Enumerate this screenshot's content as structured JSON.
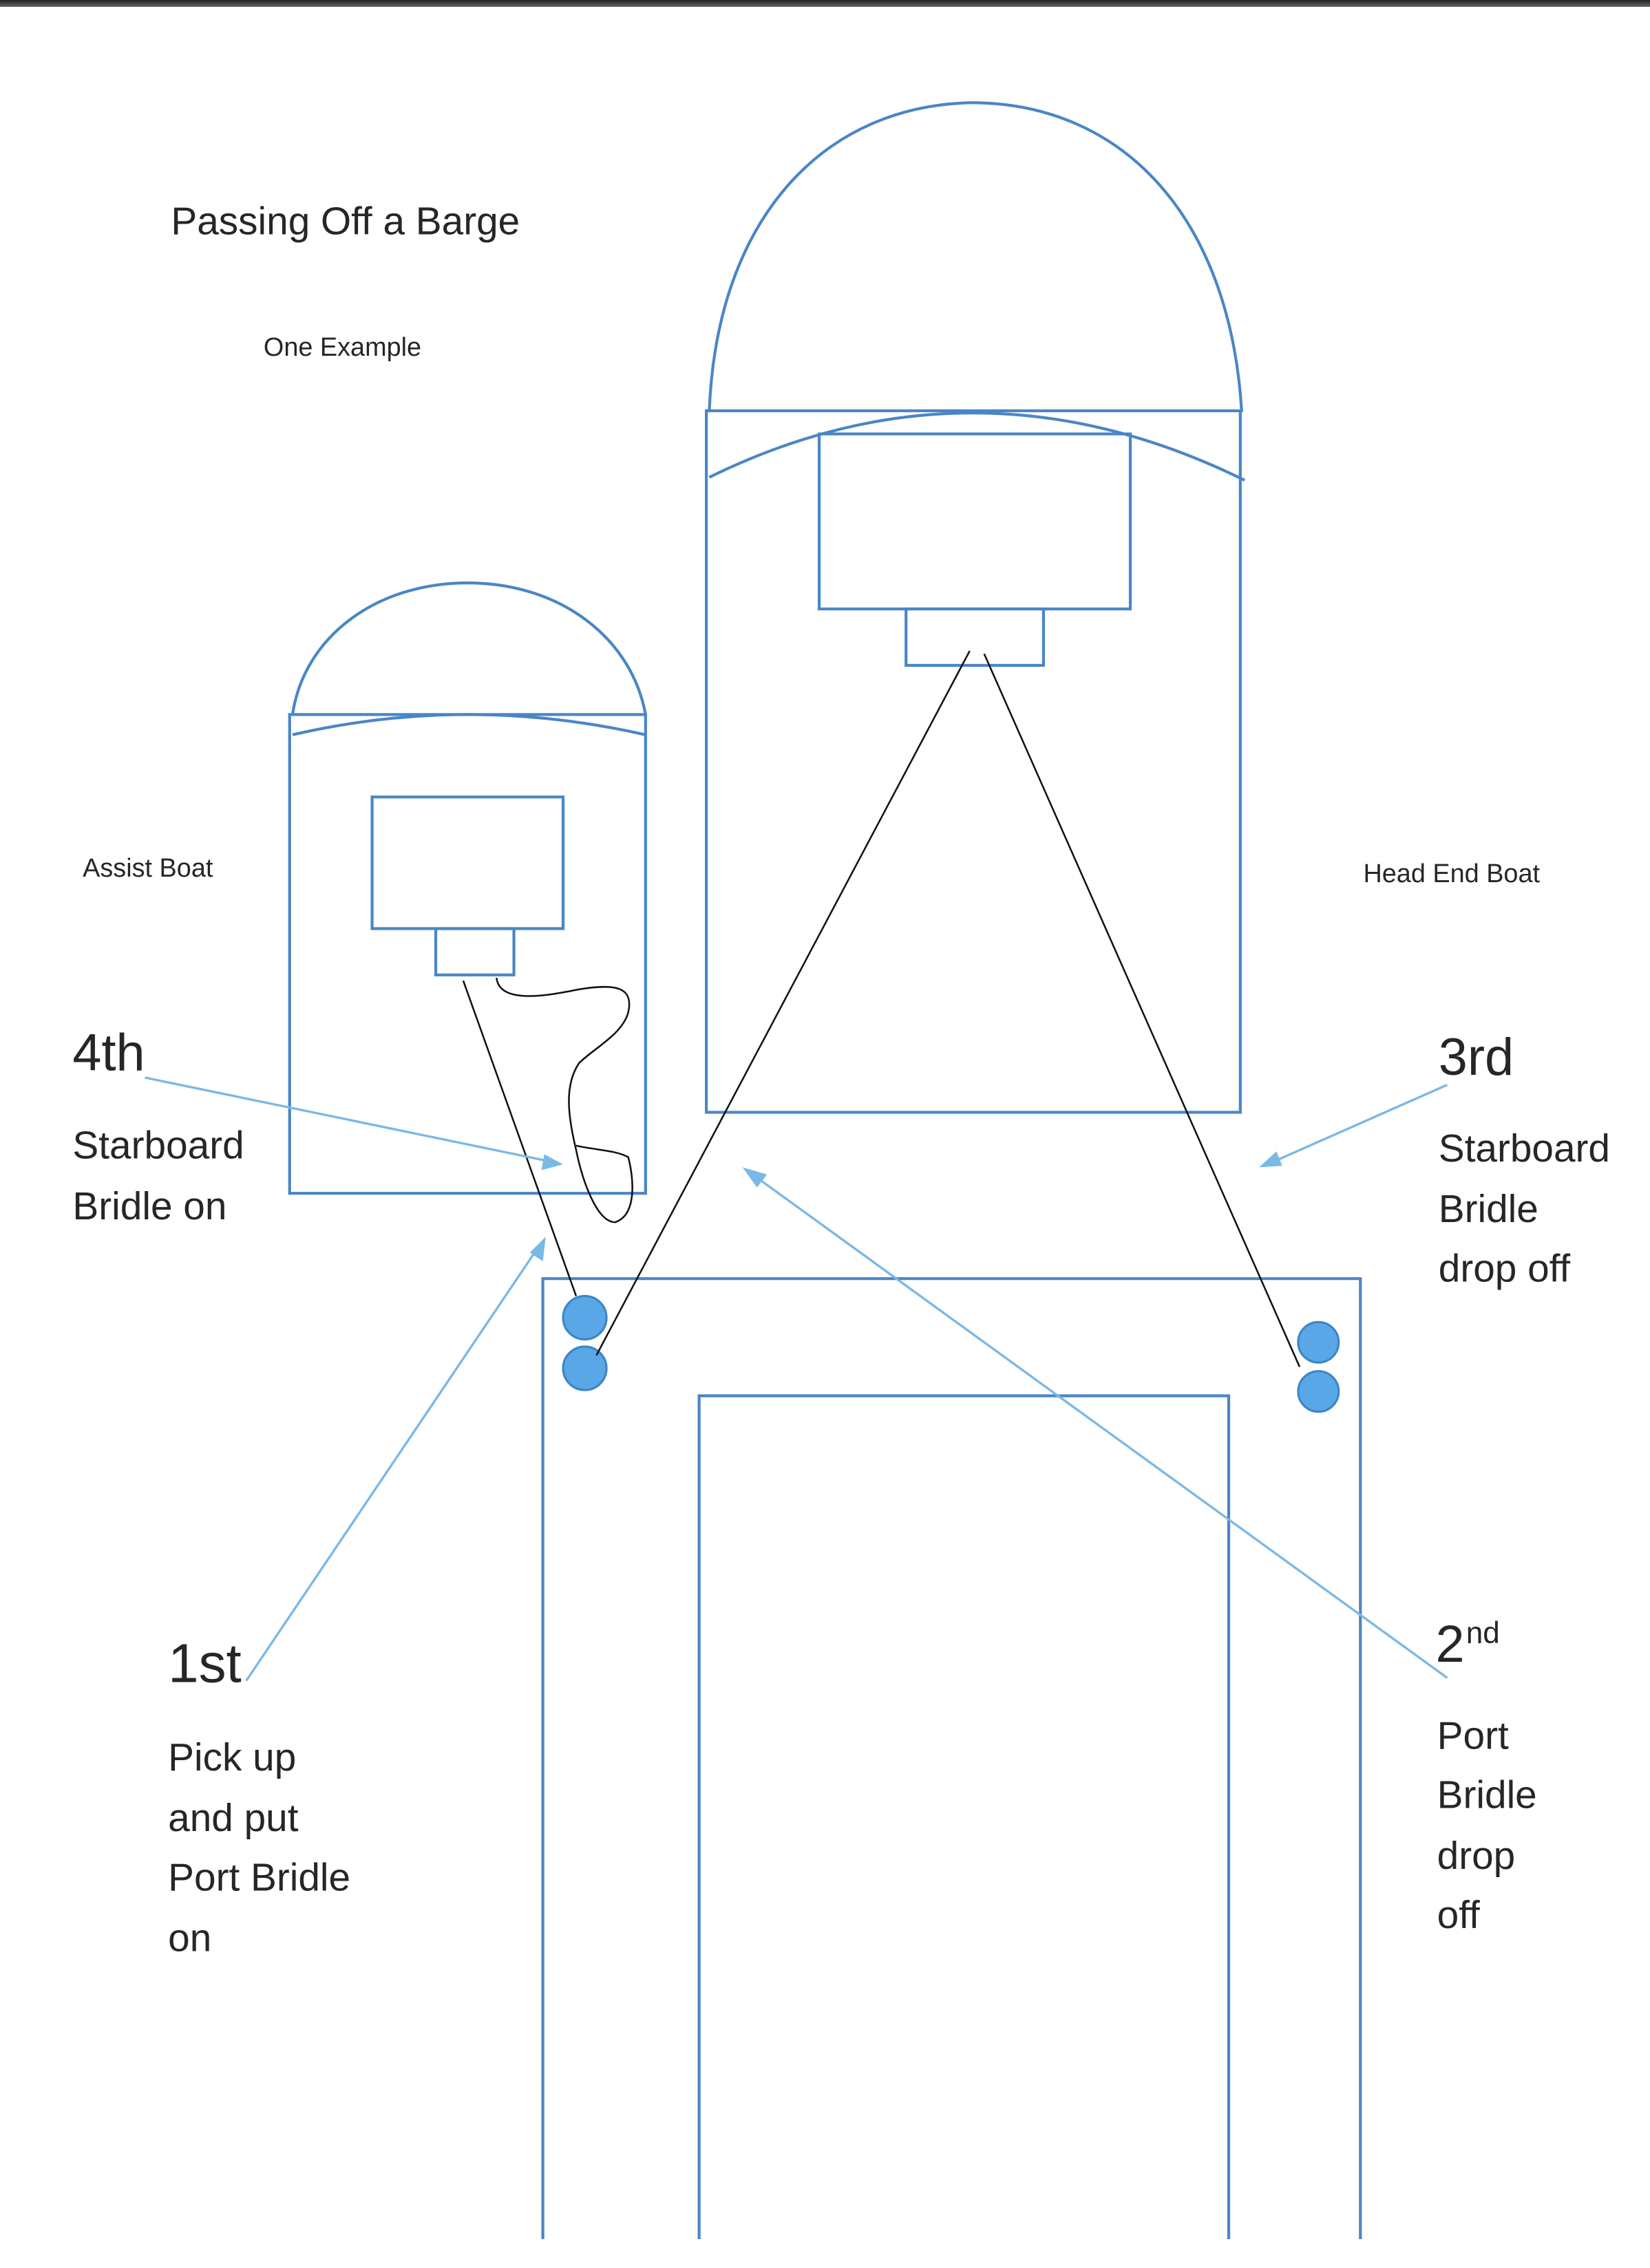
{
  "title": "Passing Off a Barge",
  "subtitle": "One Example",
  "assist_boat_label": "Assist Boat",
  "head_end_boat_label": "Head End Boat",
  "steps": {
    "first": {
      "ordinal": "1st",
      "lines": [
        "Pick up",
        "and put",
        "Port Bridle",
        "on"
      ]
    },
    "second": {
      "ordinal": "2",
      "superscript": "nd",
      "lines": [
        "Port",
        "Bridle",
        "drop",
        "off"
      ]
    },
    "third": {
      "ordinal": "3rd",
      "lines": [
        "Starboard",
        "Bridle",
        "drop off"
      ]
    },
    "fourth": {
      "ordinal": "4th",
      "lines": [
        "Starboard",
        "Bridle on"
      ]
    }
  },
  "colors": {
    "outline": "#4a86c5",
    "arrow": "#7ab8e6",
    "bitt": "#5aa7e8",
    "line": "#111111"
  }
}
